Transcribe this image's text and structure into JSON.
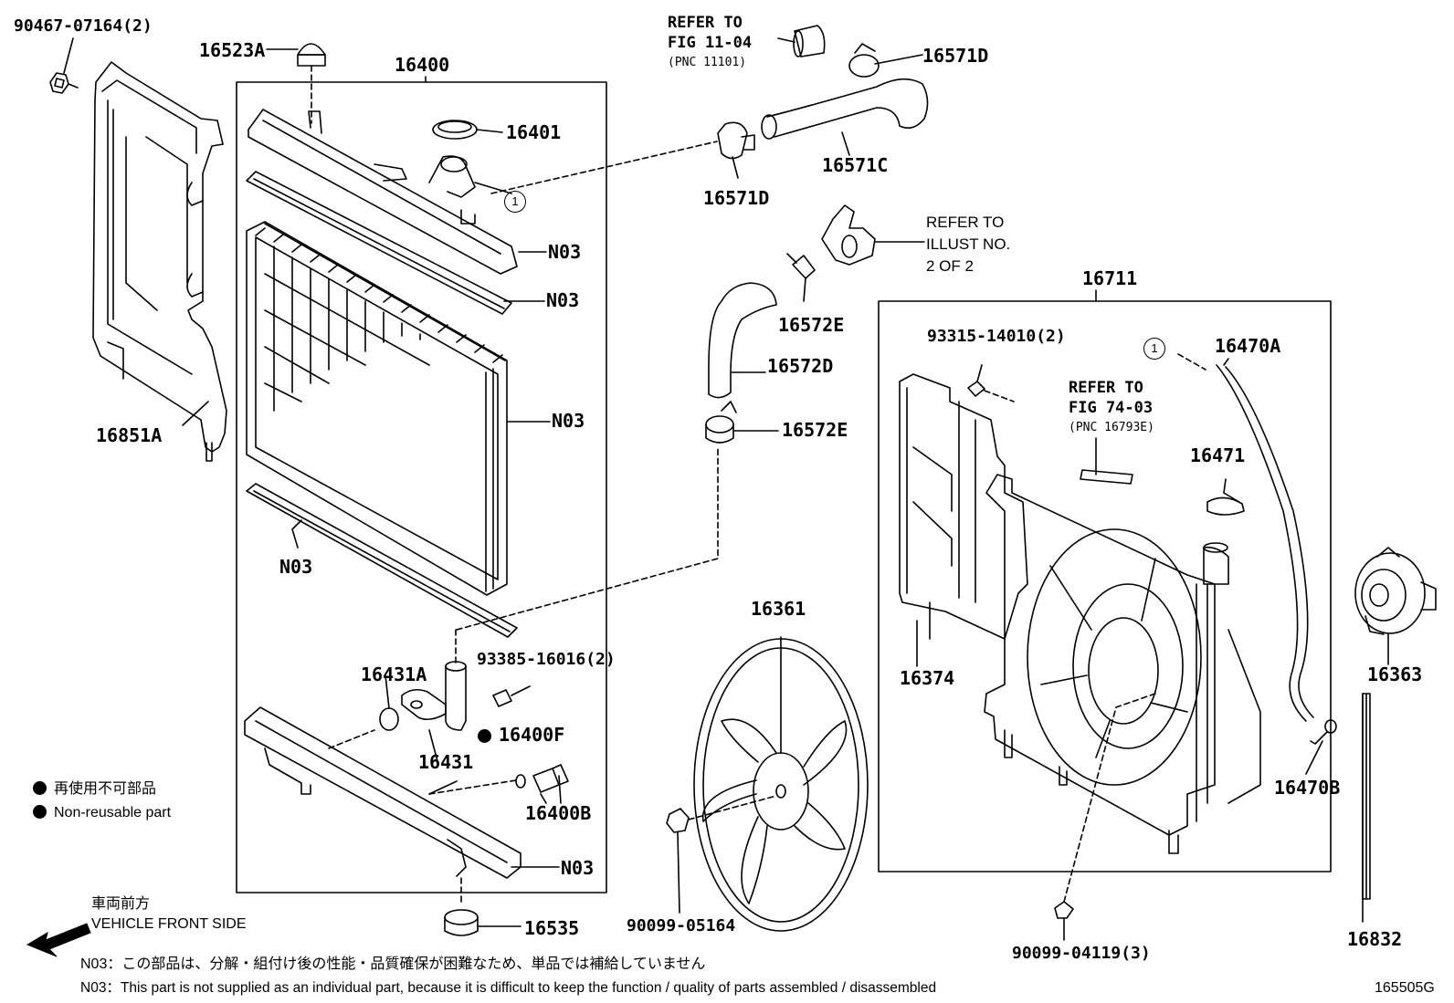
{
  "parts": {
    "p90467": "90467-07164(2)",
    "p16523A": "16523A",
    "p16400": "16400",
    "p16401": "16401",
    "p16851A": "16851A",
    "p16431A": "16431A",
    "p16431": "16431",
    "p93385": "93385-16016(2)",
    "p16400F": "16400F",
    "p16400B": "16400B",
    "p16535": "16535",
    "p16571D_top": "16571D",
    "p16571D_mid": "16571D",
    "p16571C": "16571C",
    "p16572E_top": "16572E",
    "p16572D": "16572D",
    "p16572E_bot": "16572E",
    "p16711": "16711",
    "p93315": "93315-14010(2)",
    "p16470A": "16470A",
    "p16471": "16471",
    "p16374": "16374",
    "p16361": "16361",
    "p16363": "16363",
    "p16470B": "16470B",
    "p90099_05164": "90099-05164",
    "p90099_04119": "90099-04119(3)",
    "p16832": "16832",
    "n03_1": "N03",
    "n03_2": "N03",
    "n03_3": "N03",
    "n03_4": "N03",
    "n03_5": "N03"
  },
  "callouts": {
    "one_a": "1",
    "one_b": "1"
  },
  "refs": {
    "fig1104_line1": "REFER TO",
    "fig1104_line2": "FIG 11-04",
    "fig1104_line3": "(PNC 11101)",
    "illust_line1": "REFER TO",
    "illust_line2": "ILLUST NO.",
    "illust_line3": "2 OF 2",
    "fig7403_line1": "REFER TO",
    "fig7403_line2": "FIG 74-03",
    "fig7403_line3": "(PNC 16793E)"
  },
  "legend": {
    "nonreusable_jp": "再使用不可部品",
    "nonreusable_en": "Non-reusable part",
    "front_jp": "車両前方",
    "front_en": "VEHICLE FRONT SIDE"
  },
  "notes": {
    "n03_jp": "N03：この部品は、分解・組付け後の性能・品質確保が困難なため、単品では補給していません",
    "n03_en": "N03：This part is not supplied as an individual part, because it is difficult to keep the function / quality of parts assembled / disassembled"
  },
  "figure_id": "165505G"
}
